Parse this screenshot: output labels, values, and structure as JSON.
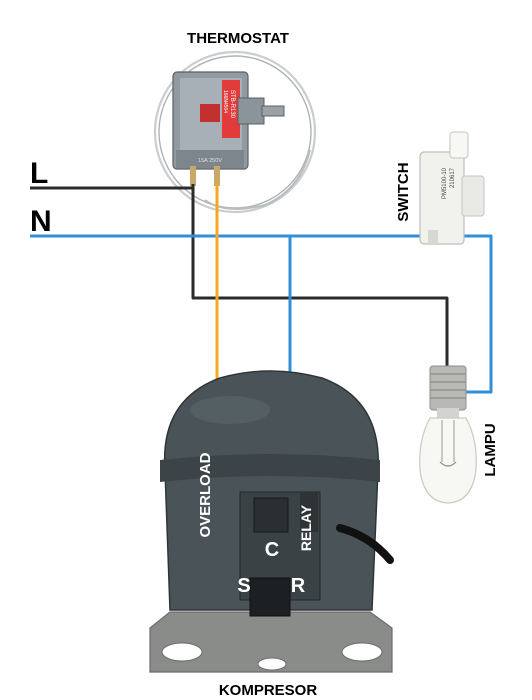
{
  "labels": {
    "thermostat": "THERMOSTAT",
    "line": "L",
    "neutral": "N",
    "switch": "SWITCH",
    "lamp": "LAMPU",
    "overload": "OVERLOAD",
    "relay": "RELAY",
    "common": "C",
    "start": "S",
    "run": "R",
    "compressor": "KOMPRESOR"
  },
  "thermostat_markings": {
    "model": "STB-R130",
    "code": "166N4504",
    "small": "15A 250V"
  },
  "switch_markings": {
    "model": "PM5100-10",
    "code": "210617"
  },
  "colors": {
    "wire_live": "#2b2b2b",
    "wire_neutral": "#2f8fd8",
    "wire_orange": "#f5a623",
    "compressor_body": "#4a5458",
    "compressor_dark": "#2e3538",
    "base_plate": "#8a8c8a",
    "capillary": "#b9bdbf"
  }
}
